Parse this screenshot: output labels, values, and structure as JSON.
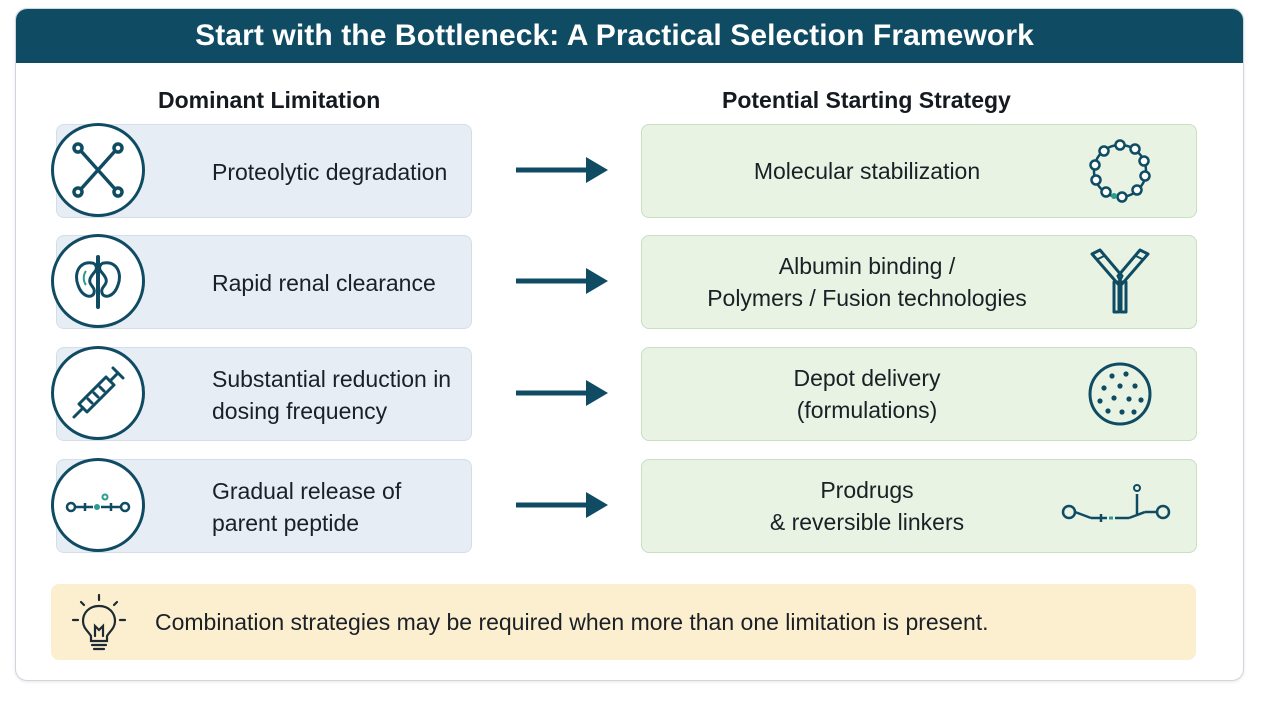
{
  "title": "Start with the Bottleneck: A Practical Selection Framework",
  "columns": {
    "left": "Dominant Limitation",
    "right": "Potential Starting Strategy"
  },
  "rows": [
    {
      "limitation": [
        "Proteolytic degradation"
      ],
      "strategy": [
        "Molecular stabilization"
      ],
      "limitation_icon": "crossed-tools-icon",
      "strategy_icon": "cyclic-peptide-icon"
    },
    {
      "limitation": [
        "Rapid renal clearance"
      ],
      "strategy": [
        "Albumin binding /",
        "Polymers / Fusion technologies"
      ],
      "limitation_icon": "kidney-icon",
      "strategy_icon": "antibody-icon"
    },
    {
      "limitation": [
        "Substantial reduction in",
        "dosing frequency"
      ],
      "strategy": [
        "Depot delivery",
        "(formulations)"
      ],
      "limitation_icon": "syringe-icon",
      "strategy_icon": "microsphere-icon"
    },
    {
      "limitation": [
        "Gradual release of",
        "parent peptide"
      ],
      "strategy": [
        "Prodrugs",
        "& reversible linkers"
      ],
      "limitation_icon": "cleavable-chain-icon",
      "strategy_icon": "linker-chain-icon"
    }
  ],
  "note": {
    "text": "Combination strategies may be required when more than one limitation is present.",
    "icon": "lightbulb-icon"
  },
  "colors": {
    "banner": "#0f4c63",
    "left_box": "#e6edf5",
    "right_box": "#e8f3e3",
    "note_box": "#fbefcf",
    "accent_teal": "#2a9d8f"
  }
}
